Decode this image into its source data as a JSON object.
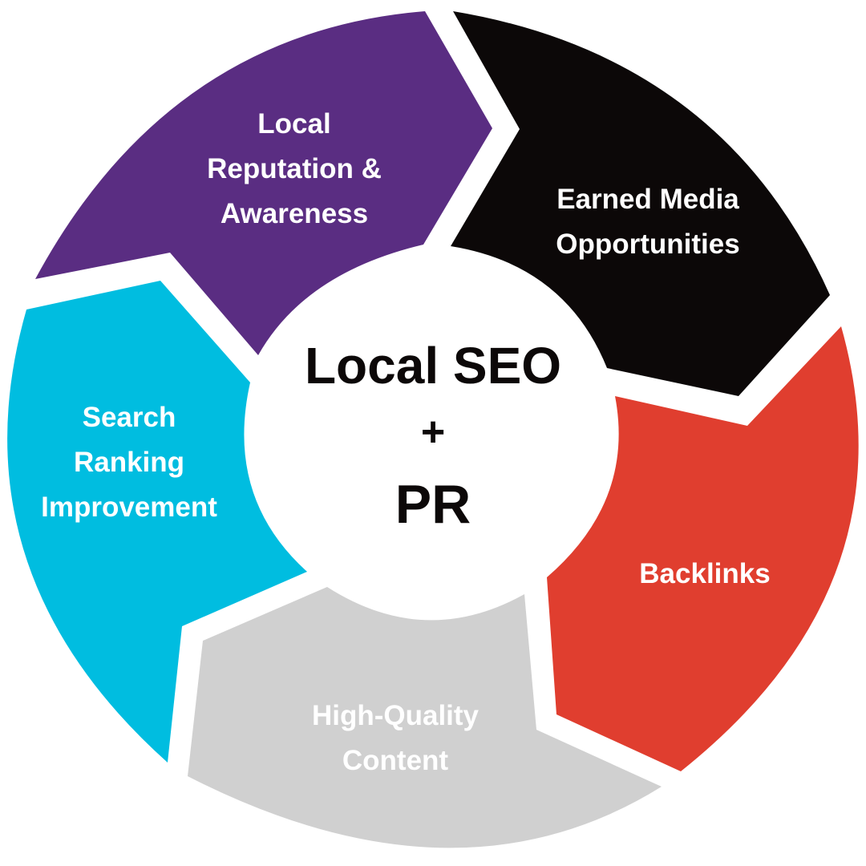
{
  "colors": {
    "purple": "#5a2d82",
    "black": "#0c0808",
    "red": "#e03e2f",
    "gray": "#d0d0d0",
    "cyan": "#00bde0",
    "center_text": "#0c0808",
    "label_text": "#ffffff"
  },
  "center": {
    "line1": "Local SEO",
    "line2": "+",
    "line3": "PR"
  },
  "segments": {
    "reputation": {
      "lines": [
        "Local",
        "Reputation &",
        "Awareness"
      ]
    },
    "earned_media": {
      "lines": [
        "Earned Media",
        "Opportunities"
      ]
    },
    "backlinks": {
      "lines": [
        "Backlinks"
      ]
    },
    "content": {
      "lines": [
        "High-Quality",
        "Content"
      ]
    },
    "ranking": {
      "lines": [
        "Search",
        "Ranking",
        "Improvement"
      ]
    }
  }
}
